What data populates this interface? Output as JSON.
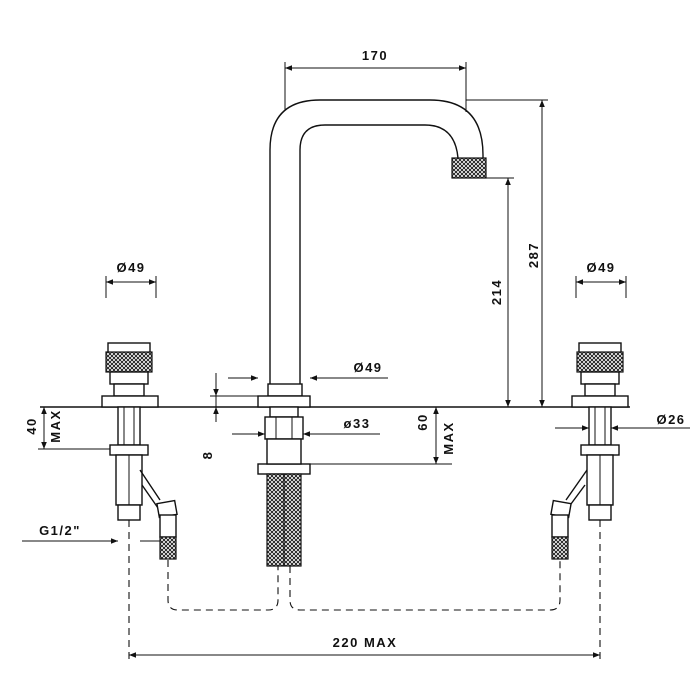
{
  "diagram": {
    "dimensions": {
      "spout_reach": "170",
      "spout_height": "287",
      "outlet_height": "214",
      "handle_diameter_left": "Ø49",
      "handle_diameter_right": "Ø49",
      "spout_base_diameter": "Ø49",
      "shank_diameter": "ø33",
      "right_shank_diameter": "Ø26",
      "deck_thickness_left": "40",
      "deck_thickness_left_max": "MAX",
      "deck_thickness_center": "60",
      "deck_thickness_center_max": "MAX",
      "flange_height": "8",
      "thread": "G1/2\"",
      "overall_spread": "220 MAX"
    }
  }
}
